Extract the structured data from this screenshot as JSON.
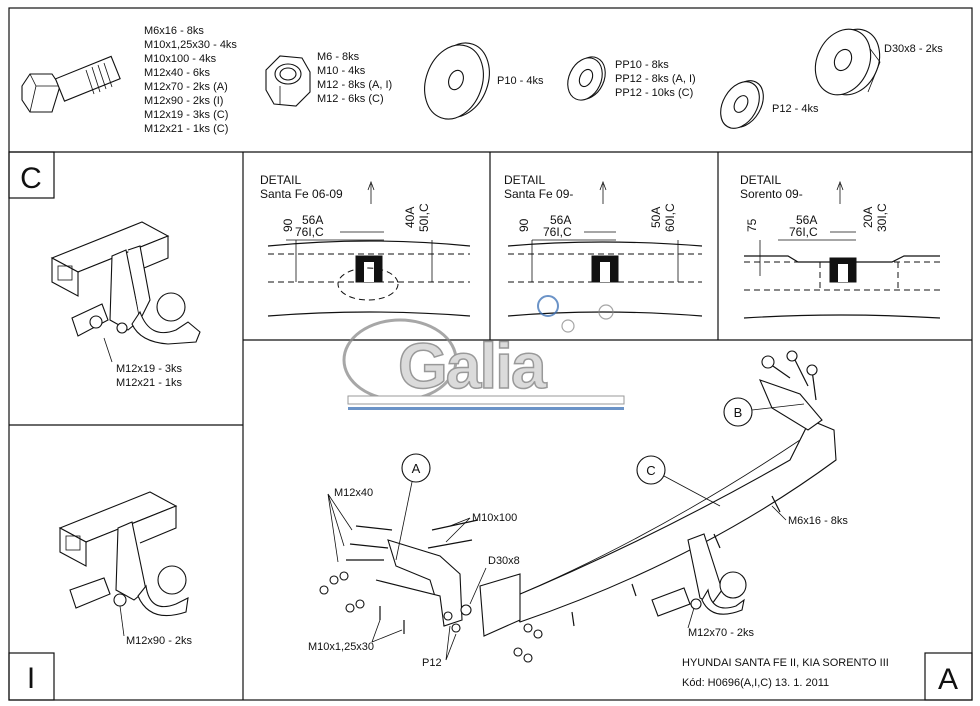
{
  "bolts": {
    "lines": [
      "M6x16 - 8ks",
      "M10x1,25x30 - 4ks",
      "M10x100 - 4ks",
      "M12x40 - 6ks",
      "M12x70 - 2ks (A)",
      "M12x90 - 2ks (I)",
      "M12x19 - 3ks (C)",
      "M12x21 - 1ks (C)"
    ]
  },
  "nuts": {
    "lines": [
      "M6 - 8ks",
      "M10 - 4ks",
      "M12 - 8ks (A, I)",
      "M12 - 6ks (C)"
    ]
  },
  "washer_p10": "P10 - 4ks",
  "washer_pp": {
    "lines": [
      "PP10 - 8ks",
      "PP12 - 8ks (A, I)",
      "PP12 - 10ks (C)"
    ]
  },
  "washer_p12": "P12 - 4ks",
  "washer_d30": "D30x8 - 2ks",
  "panel_c": {
    "letter": "C",
    "labels": [
      "M12x19 - 3ks",
      "M12x21 - 1ks"
    ]
  },
  "panel_i": {
    "letter": "I",
    "label": "M12x90 - 2ks"
  },
  "details": [
    {
      "title": "DETAIL",
      "model": "Santa Fe 06-09",
      "height": "90",
      "dim_a": "56A",
      "dim_b": "76I,C",
      "v_a": "40A",
      "v_b": "50I,C"
    },
    {
      "title": "DETAIL",
      "model": "Santa Fe 09-",
      "height": "90",
      "dim_a": "56A",
      "dim_b": "76I,C",
      "v_a": "50A",
      "v_b": "60I,C"
    },
    {
      "title": "DETAIL",
      "model": "Sorento 09-",
      "height": "75",
      "dim_a": "56A",
      "dim_b": "76I,C",
      "v_a": "20A",
      "v_b": "30I,C"
    }
  ],
  "main": {
    "callouts": {
      "a": "A",
      "b": "B",
      "c": "C"
    },
    "labels": {
      "m12x40": "M12x40",
      "m10x100": "M10x100",
      "d30x8": "D30x8",
      "m10x125": "M10x1,25x30",
      "p12": "P12",
      "m6x16": "M6x16 - 8ks",
      "m12x70": "M12x70 - 2ks"
    },
    "corner_letter": "A"
  },
  "footer": {
    "vehicle": "HYUNDAI  SANTA FE II, KIA SORENTO III",
    "code": "Kód: H0696(A,I,C)  13. 1. 2011"
  },
  "logo": {
    "text": "Galia"
  },
  "colors": {
    "line": "#111111",
    "logo_gray": "#8a8a8a",
    "logo_blue": "#3a6fb5"
  }
}
